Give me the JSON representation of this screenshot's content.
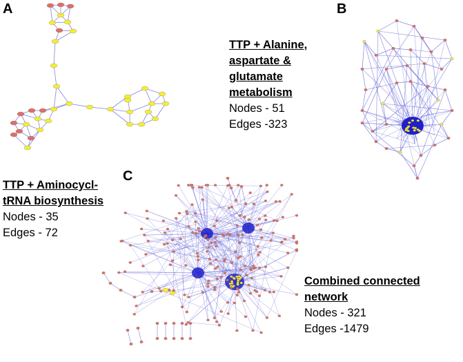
{
  "panels": [
    {
      "letter": "A",
      "title": [
        "TTP + Aminocycl-",
        "tRNA biosynthesis"
      ],
      "nodes": "Nodes - 35",
      "edges": "Edges - 72"
    },
    {
      "letter": "B",
      "title": [
        "TTP + Alanine,",
        "aspartate &",
        "glutamate",
        "metabolism"
      ],
      "nodes": "Nodes - 51",
      "edges": "Edges -323"
    },
    {
      "letter": "C",
      "title": [
        "Combined connected",
        "network"
      ],
      "nodes": "Nodes - 321",
      "edges": "Edges -1479"
    }
  ],
  "colors": {
    "edge": "#5a5ad6",
    "node_red": "#d8706e",
    "node_yellow": "#f2ee3a",
    "hub": "#2020c8",
    "text": "#000000"
  }
}
